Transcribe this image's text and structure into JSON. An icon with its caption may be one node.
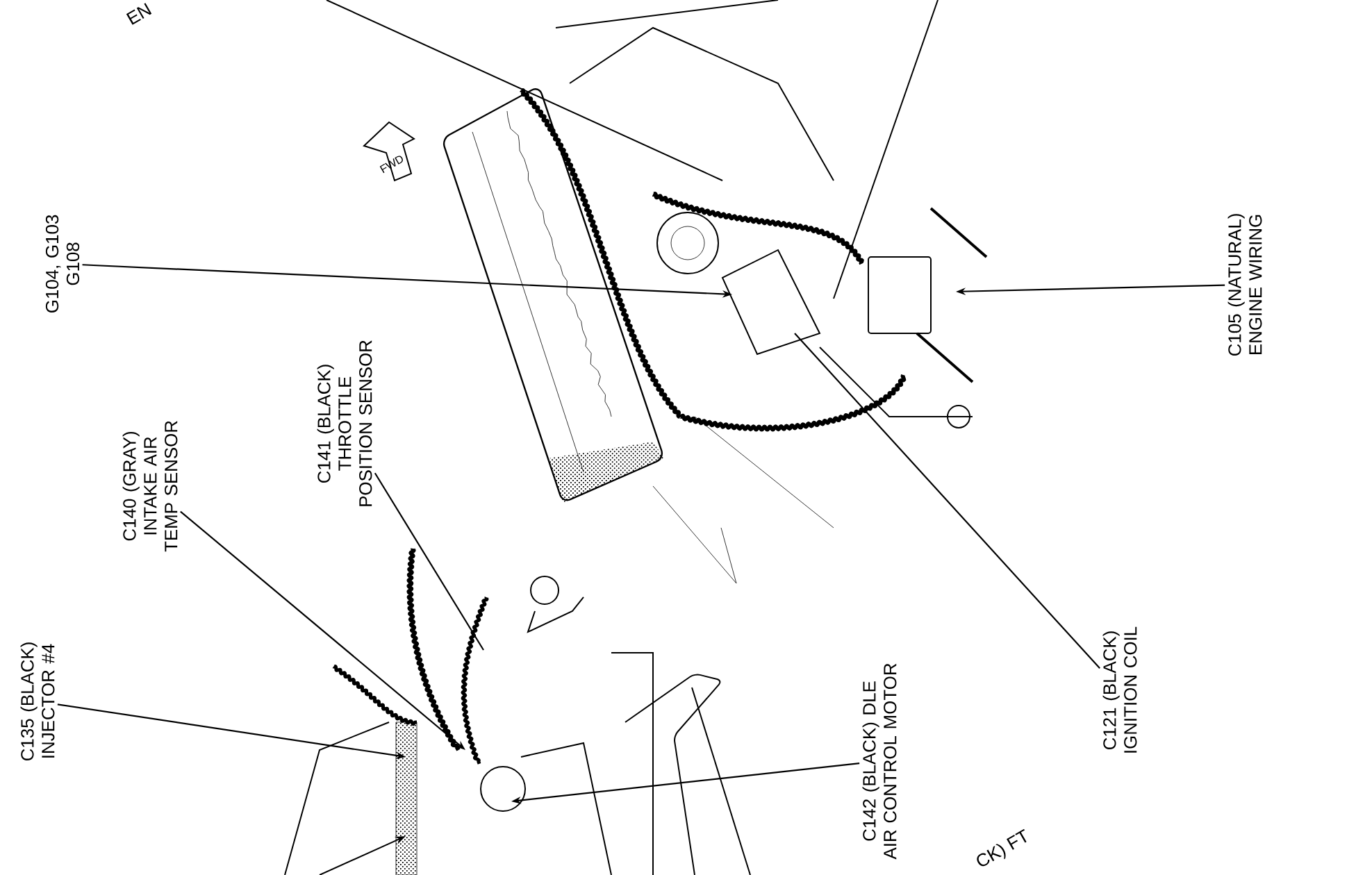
{
  "diagram": {
    "nodes": [
      {
        "text": [
          "C105 (NATURAL) ENGINE WIRING"
        ]
      },
      {
        "text": [
          "G104, G103 G108"
        ]
      },
      {
        "text": [
          "C141 (BLACK) THROTTLE POSITION SENSOR"
        ]
      },
      {
        "text": [
          "C140 (GRAY) INTAKE AIR TEMP SENSOR"
        ]
      },
      {
        "text": [
          "C135 (BLACK) INJECTOR #4"
        ]
      },
      {
        "text": [
          "C142 (BLACK) DLE AIR CONTROL MOTOR"
        ]
      },
      {
        "text": [
          "C121 (BLACK) IGNITION COIL"
        ]
      }
    ],
    "edges": [
      {
        "from": 0,
        "to": null,
        "arrow": "to"
      },
      {
        "from": 1,
        "to": null,
        "arrow": "to"
      },
      {
        "from": 2,
        "to": null,
        "arrow": "none"
      },
      {
        "from": 3,
        "to": null,
        "arrow": "to"
      },
      {
        "from": 4,
        "to": null,
        "arrow": "to"
      },
      {
        "from": 5,
        "to": null,
        "arrow": "to"
      },
      {
        "from": 6,
        "to": null,
        "arrow": "none"
      }
    ],
    "labels": [
      "EN",
      "FWD",
      "CK) FT"
    ]
  }
}
